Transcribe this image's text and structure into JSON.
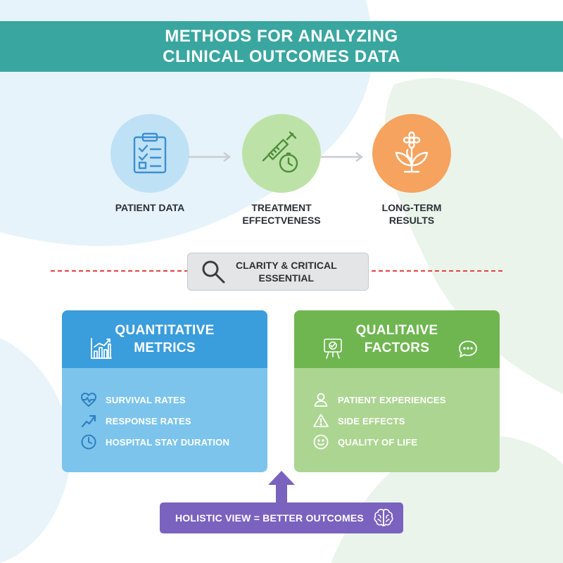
{
  "title": {
    "line1": "METHODS FOR ANALYZING",
    "line2": "CLINICAL OUTCOMES DATA"
  },
  "flow": [
    {
      "label_line1": "PATIENT DATA",
      "label_line2": "",
      "icon": "clipboard-checklist-icon",
      "color": "#bfe1f5"
    },
    {
      "label_line1": "TREATMENT",
      "label_line2": "EFFECTVENESS",
      "icon": "syringe-stopwatch-icon",
      "color": "#bde2a8"
    },
    {
      "label_line1": "LONG-TERM",
      "label_line2": "RESULTS",
      "icon": "plant-growth-icon",
      "color": "#f5a35e"
    }
  ],
  "key_message": {
    "line1": "CLARITY & CRITICAL",
    "line2": "ESSENTIAL",
    "icon": "magnifier-icon"
  },
  "quantitative": {
    "title_line1": "QUANTITATIVE",
    "title_line2": "METRICS",
    "icon": "bar-chart-icon",
    "color": "#3a9ddc",
    "items": [
      {
        "label": "SURVIVAL RATES",
        "icon": "heart-pulse-icon"
      },
      {
        "label": "RESPONSE RATES",
        "icon": "trend-arrow-icon"
      },
      {
        "label": "HOSPITAL STAY DURATION",
        "icon": "clock-icon"
      }
    ]
  },
  "qualitative": {
    "title_line1": "QUALITAIVE",
    "title_line2": "FACTORS",
    "icon": "easel-icon",
    "chat_icon": "chat-bubble-icon",
    "color": "#6fb650",
    "items": [
      {
        "label": "PATIENT EXPERIENCES",
        "icon": "person-icon"
      },
      {
        "label": "SIDE EFFECTS",
        "icon": "warning-icon"
      },
      {
        "label": "QUALITY OF LIFE",
        "icon": "smiley-icon"
      }
    ]
  },
  "footer": {
    "label": "HOLISTIC VIEW = BETTER OUTCOMES",
    "icon": "brain-icon",
    "color": "#7a62bf"
  }
}
